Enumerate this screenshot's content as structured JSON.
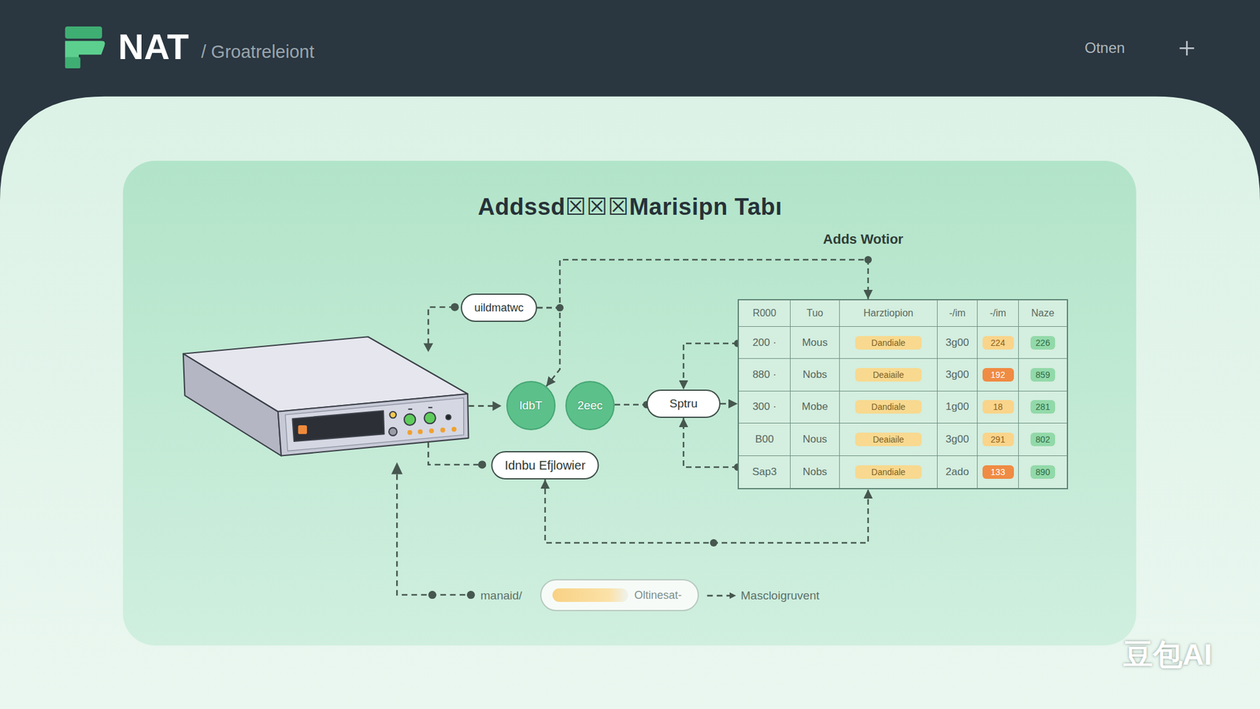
{
  "diagram": {
    "title": "Addssd☒☒☒Marisipn Tabı",
    "nodes": [
      {
        "text": [
          "uildmatwc"
        ]
      },
      {
        "text": [
          "ldbT"
        ]
      },
      {
        "text": [
          "2eec"
        ]
      },
      {
        "text": [
          "Sptru"
        ]
      },
      {
        "text": [
          "Idnbu Efjlowier"
        ]
      },
      {
        "text": [
          "R000",
          "Tuo",
          "Harztiopion",
          "-/im",
          "-/im",
          "Naze",
          "200 ·",
          "Mous",
          "Dandiale",
          "3g00",
          "224",
          "226",
          "880 ·",
          "Nobs",
          "Deaiaile",
          "3g00",
          "192",
          "859",
          "300 ·",
          "Mobe",
          "Dandiale",
          "1g00",
          "18",
          "281",
          "B00",
          "Nous",
          "Deaiaile",
          "3g00",
          "291",
          "802",
          "Sap3",
          "Nobs",
          "Dandiale",
          "2ado",
          "133",
          "890"
        ]
      },
      {
        "text": [
          "Oltinesat-"
        ]
      }
    ],
    "edges": [
      {
        "from": 0,
        "to": 5,
        "arrow": "to"
      },
      {
        "from": 0,
        "to": 1,
        "arrow": "to"
      },
      {
        "from": 2,
        "to": 3,
        "arrow": "none"
      },
      {
        "from": 3,
        "to": 5,
        "arrow": "to"
      },
      {
        "from": 5,
        "to": 3,
        "arrow": "to"
      },
      {
        "from": 5,
        "to": 3,
        "arrow": "to"
      },
      {
        "from": 4,
        "to": 5,
        "arrow": "both"
      }
    ],
    "labels": [
      "NAT",
      "/ Groatreleiont",
      "Otnen",
      "Adds Wotior",
      "manaid/",
      "Mascloigruvent",
      "豆包AI"
    ]
  }
}
